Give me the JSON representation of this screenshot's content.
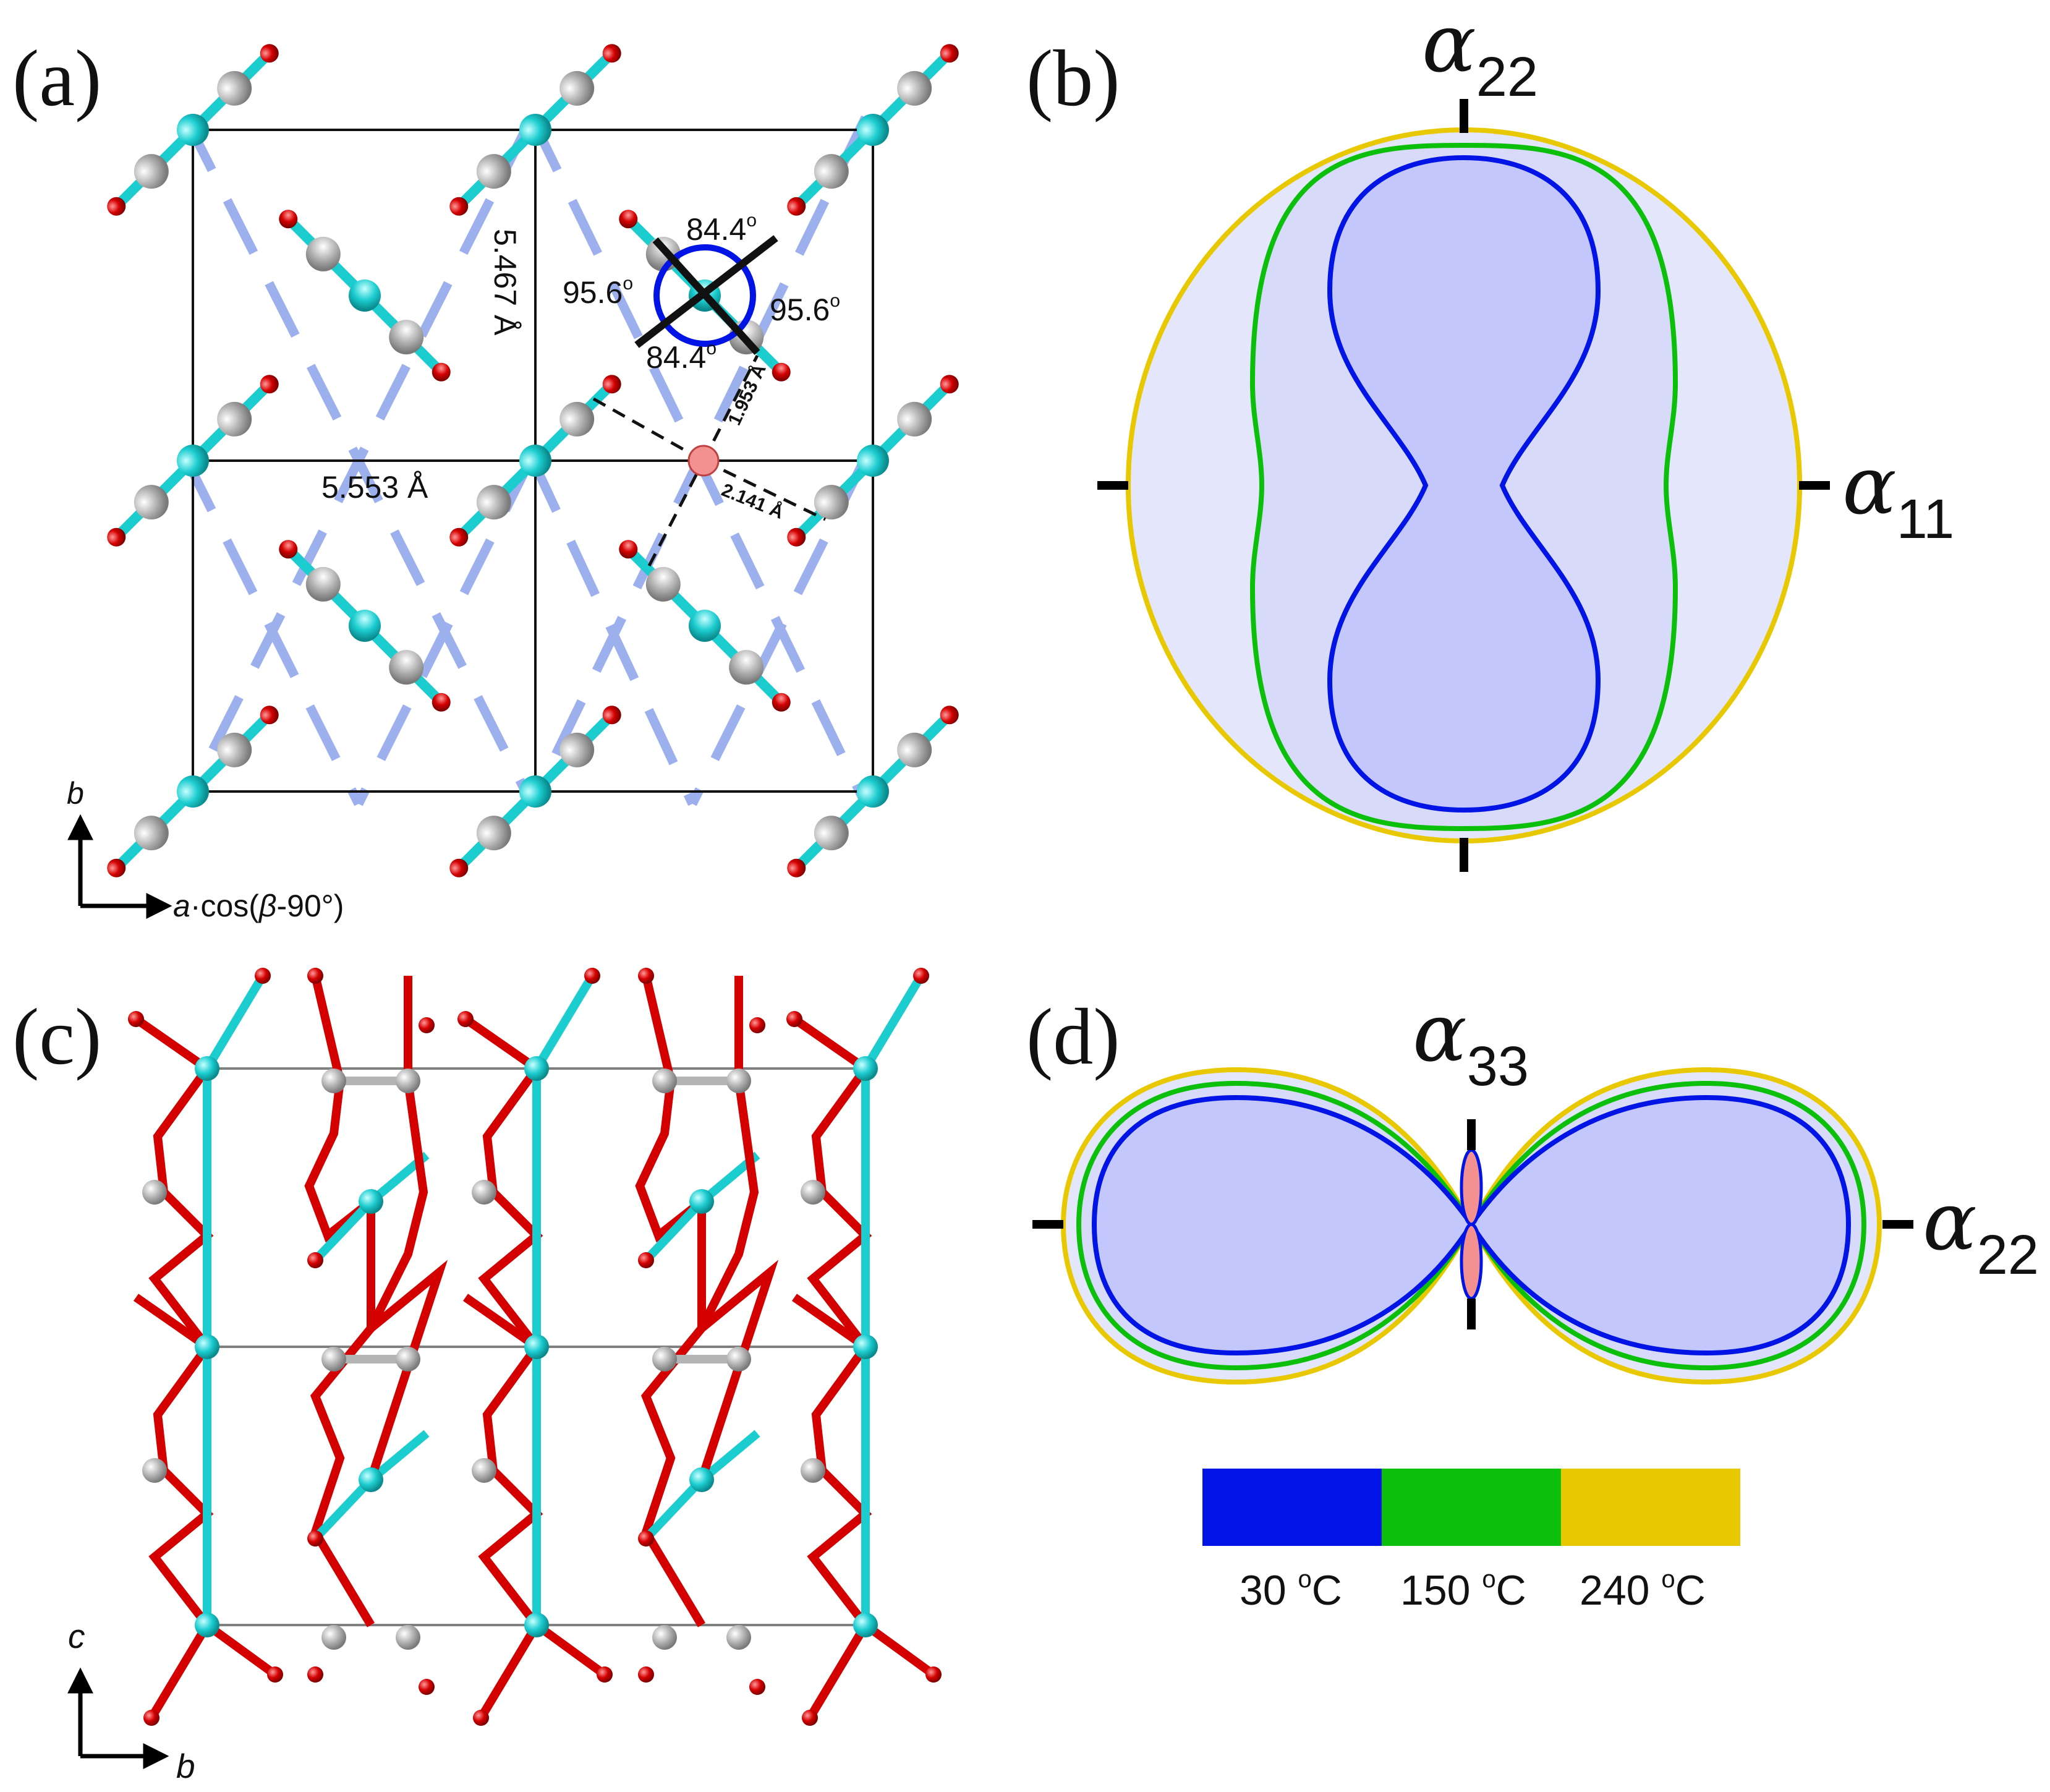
{
  "panels": {
    "a": {
      "label": "(a)",
      "lattice_b": "5.467 Å",
      "lattice_a": "5.553 Å",
      "angle_upper": "84.4",
      "angle_lower": "84.4",
      "angle_left": "95.6",
      "angle_right": "95.6",
      "degree_mark": "o",
      "bond_1": "1.953 Å",
      "bond_2": "2.141 Å",
      "axis_vertical": "b",
      "axis_horizontal_a": "a",
      "axis_horizontal_rest": "·cos(",
      "axis_horizontal_beta": "β",
      "axis_horizontal_tail": "-90°)"
    },
    "b": {
      "label": "(b)",
      "axis_top_symbol": "α",
      "axis_top_sub": "22",
      "axis_right_symbol": "α",
      "axis_right_sub": "11"
    },
    "c": {
      "label": "(c)",
      "axis_vertical": "c",
      "axis_horizontal": "b"
    },
    "d": {
      "label": "(d)",
      "axis_top_symbol": "α",
      "axis_top_sub": "33",
      "axis_right_symbol": "α",
      "axis_right_sub": "22"
    }
  },
  "legend": {
    "items": [
      {
        "value": "30",
        "unit_sup": "o",
        "unit": "C",
        "color": "#0014e6"
      },
      {
        "value": "150",
        "unit_sup": "o",
        "unit": "C",
        "color": "#0bbf0b"
      },
      {
        "value": "240",
        "unit_sup": "o",
        "unit": "C",
        "color": "#e8c800"
      }
    ]
  },
  "colors": {
    "metal_atom": "#1ccdd0",
    "oxygen_atom": "#d40000",
    "carbon_atom": "#b4b4b4",
    "hbond_dashed": "#9db0ee",
    "fill_light": "#e4e6fb",
    "fill_mid": "#c3c7fb",
    "surface_30": "#0014e6",
    "surface_150": "#0bbf0b",
    "surface_240": "#e8c800",
    "negative_lobe": "#f39090"
  }
}
